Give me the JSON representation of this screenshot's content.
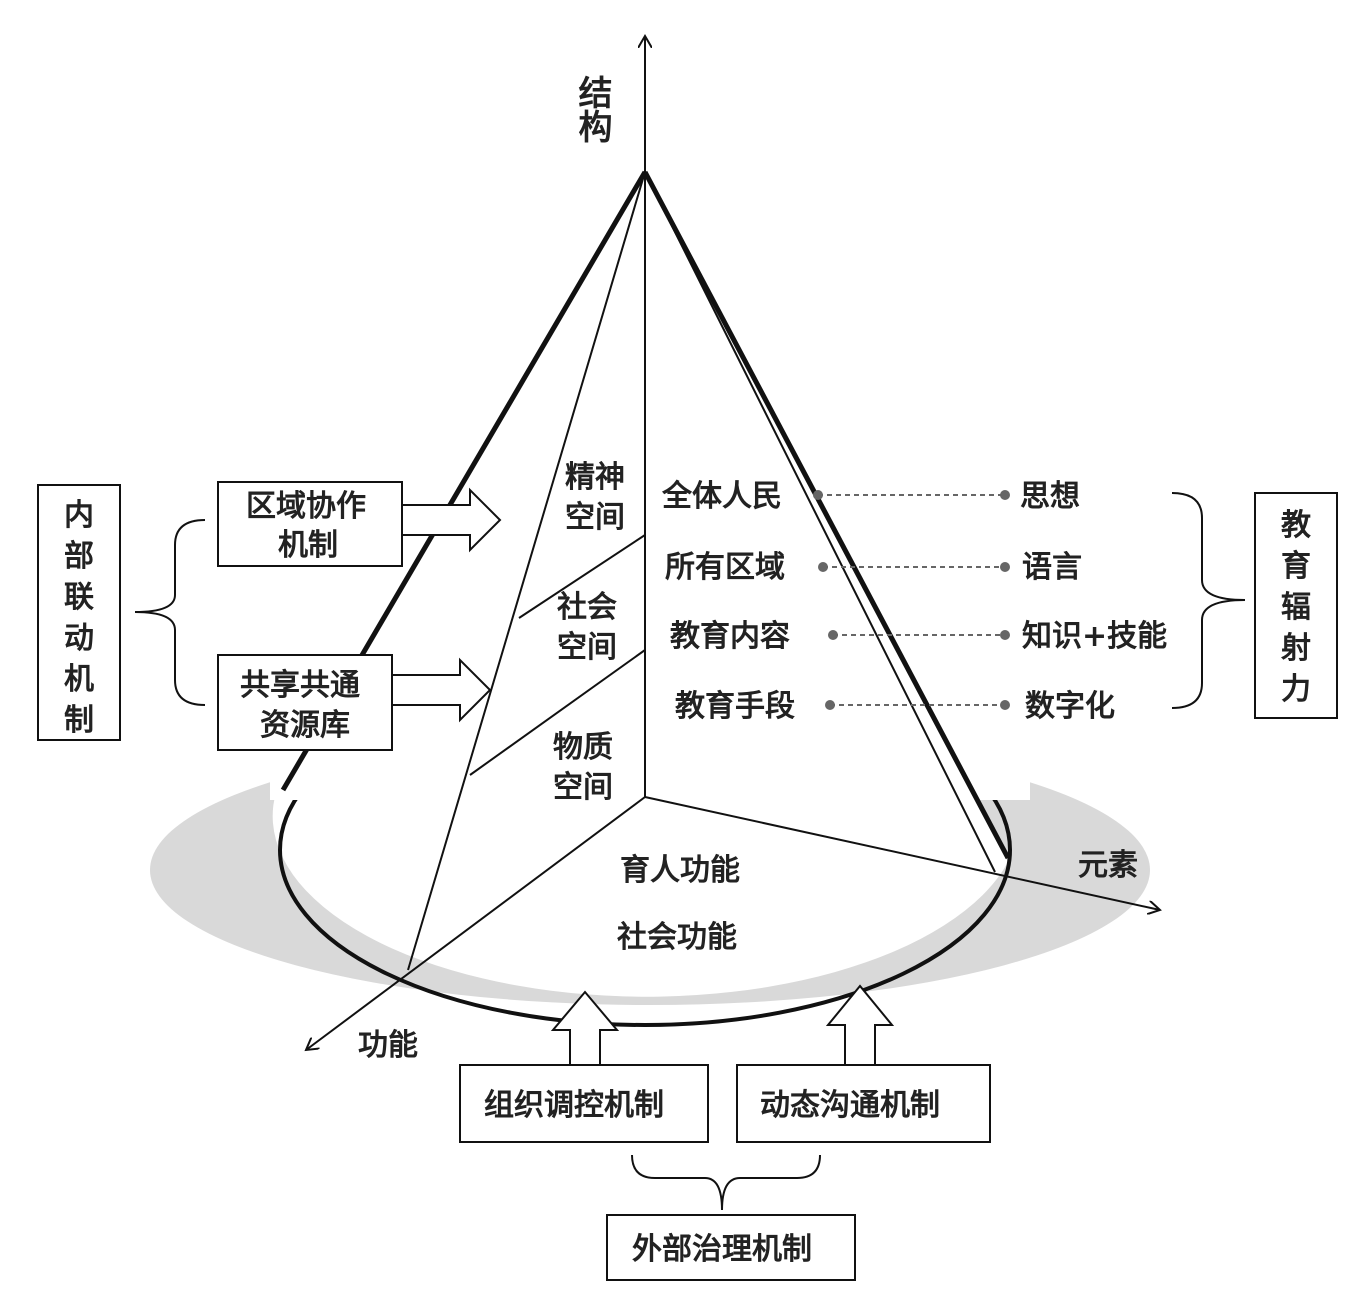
{
  "axes": {
    "structure": "结构",
    "element": "元素",
    "function": "功能"
  },
  "spaces": [
    {
      "line1": "精神",
      "line2": "空间"
    },
    {
      "line1": "社会",
      "line2": "空间"
    },
    {
      "line1": "物质",
      "line2": "空间"
    }
  ],
  "functions": [
    "育人功能",
    "社会功能"
  ],
  "pairs": [
    {
      "left": "全体人民",
      "right": "思想"
    },
    {
      "left": "所有区域",
      "right": "语言"
    },
    {
      "left": "教育内容",
      "right": "知识+技能"
    },
    {
      "left": "教育手段",
      "right": "数字化"
    }
  ],
  "internal": {
    "title": [
      "内",
      "部",
      "联",
      "动",
      "机",
      "制"
    ],
    "box1": [
      "区域协作",
      "机制"
    ],
    "box2": [
      "共享共通",
      "资源库"
    ]
  },
  "radiation": {
    "title": [
      "教",
      "育",
      "辐",
      "射",
      "力"
    ]
  },
  "external": {
    "box1": "组织调控机制",
    "box2": "动态沟通机制",
    "title": "外部治理机制"
  },
  "colors": {
    "line": "#111111",
    "shadow": "#d9d9d9",
    "dot": "#666666"
  }
}
